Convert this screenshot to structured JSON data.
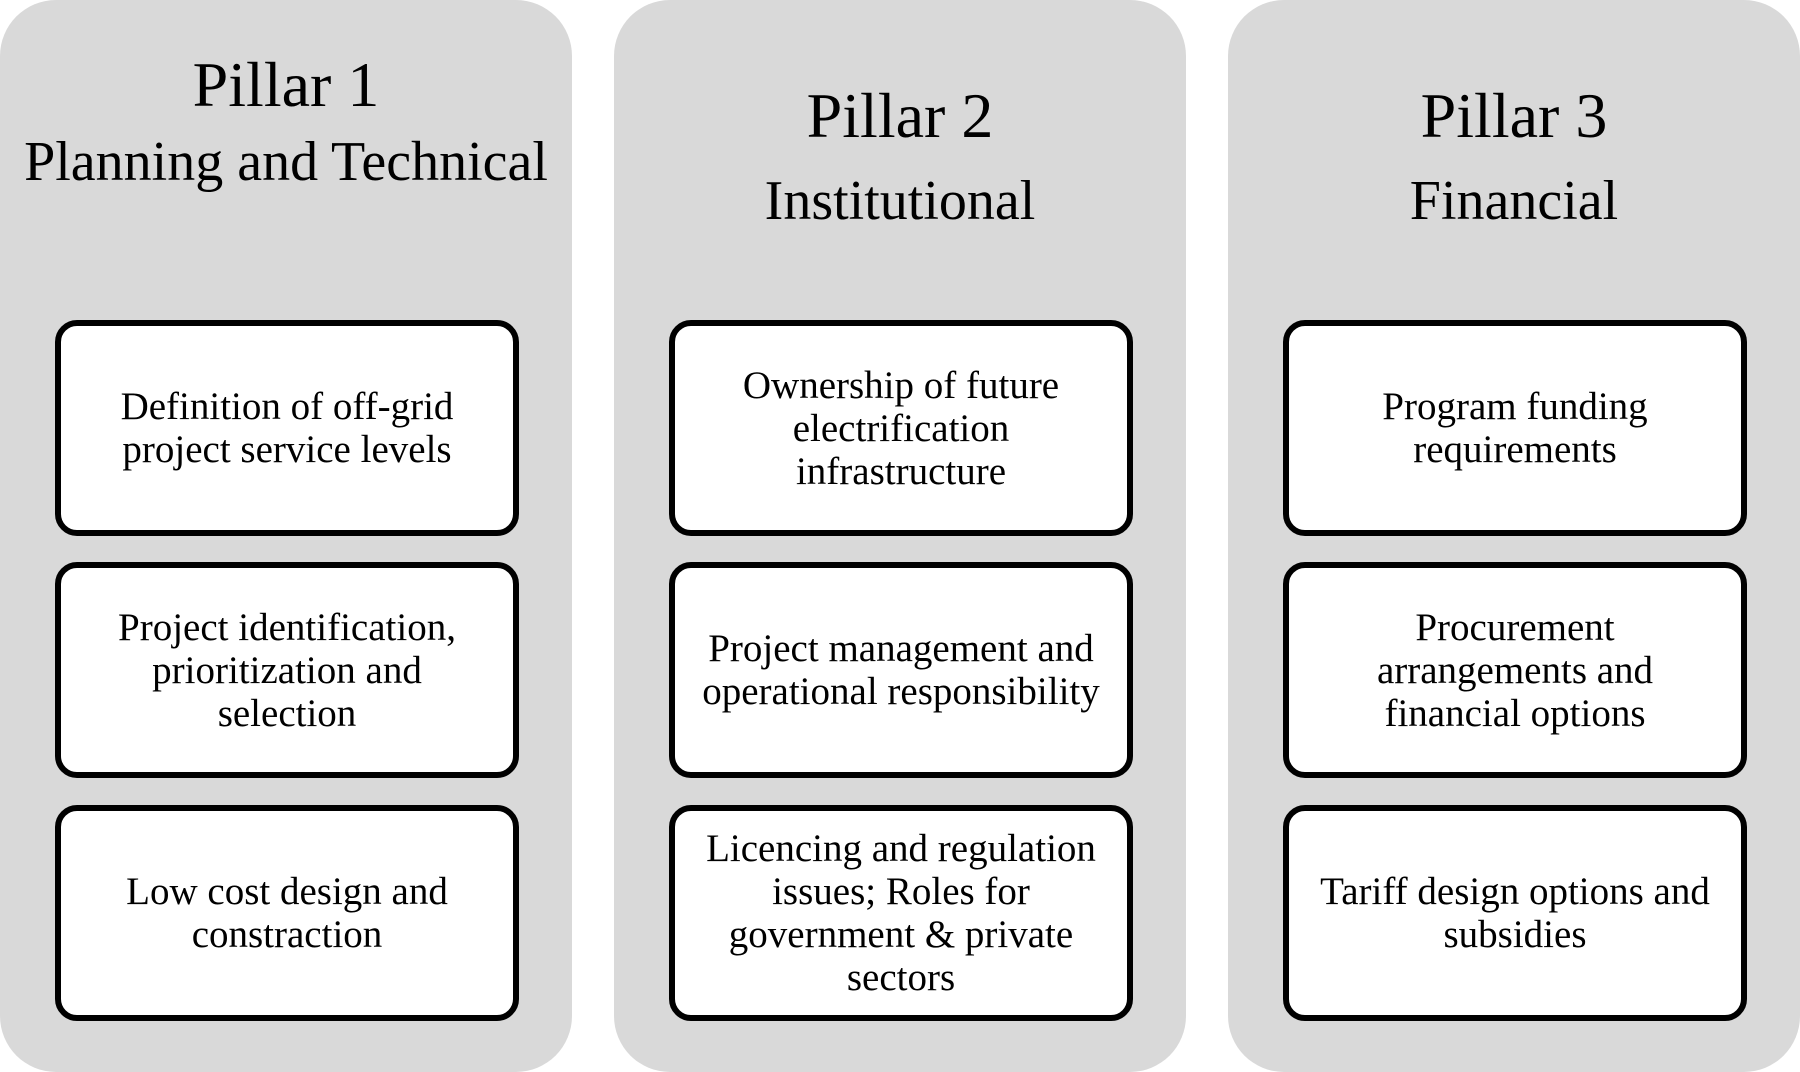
{
  "pillars": [
    {
      "number": "Pillar 1",
      "name": "Planning and Technical",
      "items": [
        "Definition of off-grid project service levels",
        "Project identification, prioritization and selection",
        "Low cost design and constraction"
      ]
    },
    {
      "number": "Pillar 2",
      "name": "Institutional",
      "items": [
        "Ownership of future electrification infrastructure",
        "Project management and operational responsibility",
        "Licencing and regulation issues; Roles for government & private sectors"
      ]
    },
    {
      "number": "Pillar 3",
      "name": "Financial",
      "items": [
        "Program funding requirements",
        "Procurement arrangements and financial options",
        "Tariff design options and subsidies"
      ]
    }
  ],
  "colors": {
    "pillar_background": "#d9d9d9",
    "box_background": "#ffffff",
    "box_border": "#000000",
    "text": "#000000"
  }
}
